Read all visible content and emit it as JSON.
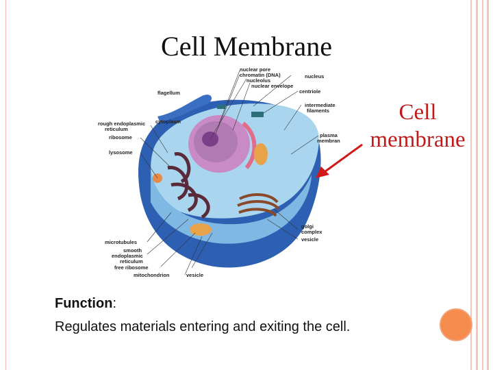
{
  "slide": {
    "title": "Cell Membrane",
    "callout_line1": "Cell",
    "callout_line2": "membrane",
    "function_heading": "Function",
    "function_colon": ":",
    "function_text": "Regulates materials entering and exiting the cell."
  },
  "diagram_labels": {
    "nuclear_pore": "nuclear pore",
    "chromatin": "chromatin (DNA)",
    "nucleolus": "nucleolus",
    "nuclear_envelope": "nuclear envelope",
    "nucleus": "nucleus",
    "centriole": "centriole",
    "flagellum": "flagellum",
    "intermediate": "intermediate",
    "filaments": "filaments",
    "cytoplasm": "cytoplasm",
    "rough_er_1": "rough endoplasmic",
    "rough_er_2": "reticulum",
    "ribosome": "ribosome",
    "plasma": "plasma",
    "membrane": "membran",
    "lysosome": "lysosome",
    "golgi_1": "golgi",
    "golgi_2": "complex",
    "vesicle_right": "vesicle",
    "microtubules": "microtubules",
    "smooth_1": "smooth",
    "smooth_2": "endoplasmic",
    "smooth_3": "reticulum",
    "free_ribosome": "free ribosome",
    "mitochondrion": "mitochondrion",
    "vesicle_bottom": "vesicle"
  },
  "colors": {
    "title": "#111111",
    "callout": "#c21a1a",
    "arrow": "#d01818",
    "accent_dot": "#f58b4c",
    "membrane": "#2d5fb3",
    "cytoplasm": "#a9d6ee"
  }
}
